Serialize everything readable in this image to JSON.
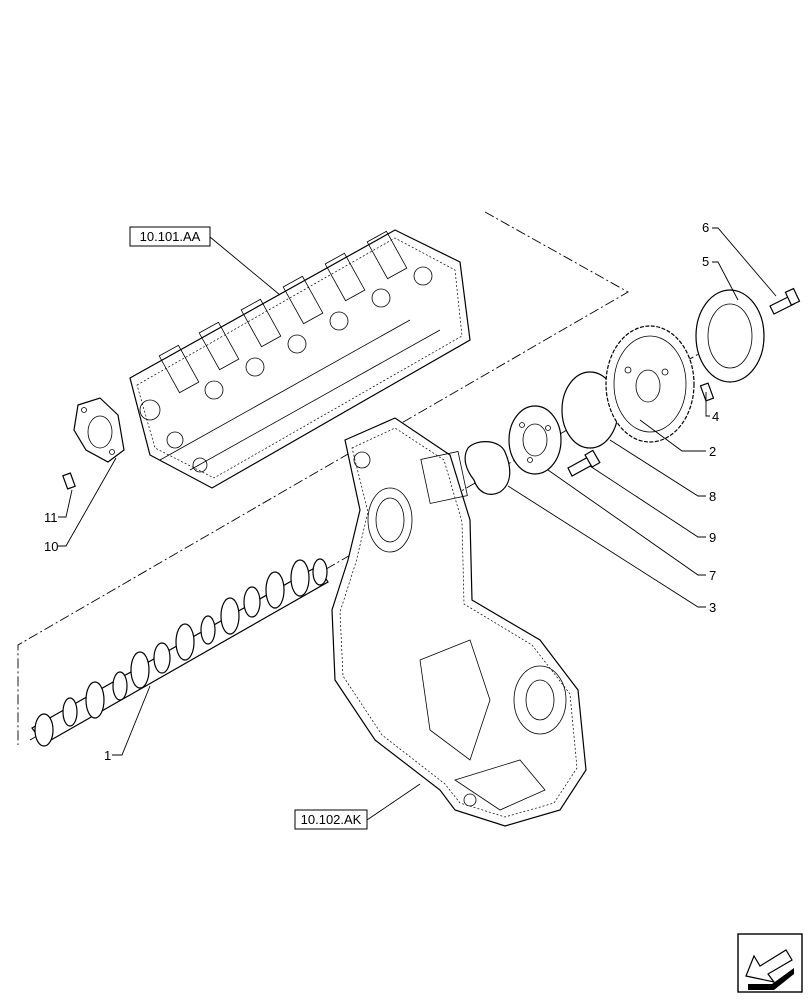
{
  "references": {
    "cylinder_head": "10.101.AA",
    "front_cover": "10.102.AK"
  },
  "callouts": [
    "1",
    "2",
    "3",
    "4",
    "5",
    "6",
    "7",
    "8",
    "9",
    "10",
    "11"
  ],
  "nav_icon": "next-page-arrow-icon"
}
